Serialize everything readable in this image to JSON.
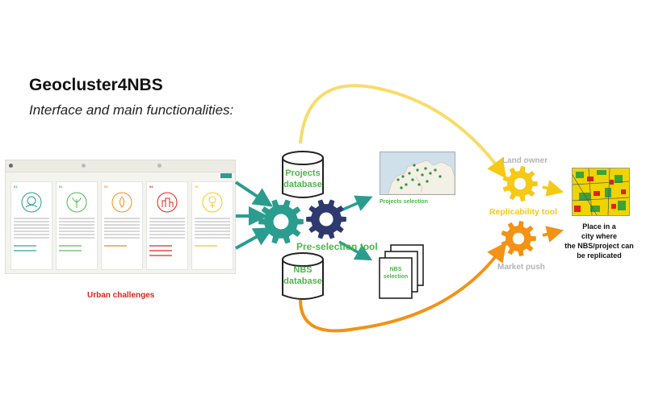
{
  "title": "Geocluster4NBS",
  "subtitle": "Interface and main functionalities:",
  "urban_challenges_label": "Urban challenges",
  "projects_database_label": "Projects database",
  "nbs_database_label": "NBS database",
  "preselection_tool_label": "Pre-selection tool",
  "projects_selection_label": "Projects selection",
  "nbs_selection_label": "NBS selection",
  "land_owner_label": "Land owner",
  "replicability_tool_label": "Replicability tool",
  "market_push_label": "Market push",
  "place_in_city_label": "Place in a city where the NBS/project can be replicated",
  "colors": {
    "teal": "#2a9d8f",
    "navy": "#2e3a6e",
    "green": "#4cb848",
    "yellow": "#f6c915",
    "orange": "#f39214",
    "red": "#e0241b",
    "grey": "#b5b5b5"
  },
  "challenge_cards": [
    {
      "num": "01",
      "color": "#2a9d8f"
    },
    {
      "num": "02",
      "color": "#4cb848"
    },
    {
      "num": "03",
      "color": "#f39214"
    },
    {
      "num": "04",
      "color": "#e0241b"
    },
    {
      "num": "05",
      "color": "#f6c915"
    }
  ]
}
